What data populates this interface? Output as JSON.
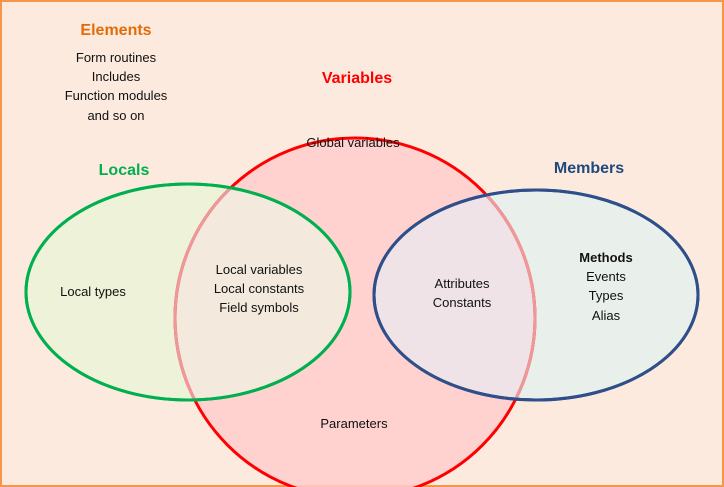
{
  "colors": {
    "background": "#fdeade",
    "border": "#f79646",
    "elements_heading": "#e36c09",
    "variables_circle": "#ff0000",
    "variables_fill": "#ffcccc",
    "variables_heading": "#ff0000",
    "locals_ellipse": "#00b050",
    "locals_fill": "#eef2d8",
    "locals_heading": "#00b050",
    "members_ellipse": "#2f4f8a",
    "members_fill": "#e9f0ec",
    "members_heading": "#1f497d"
  },
  "elements": {
    "title": "Elements",
    "items": [
      "Form routines",
      "Includes",
      "Function modules",
      "and so on"
    ]
  },
  "variables": {
    "title": "Variables",
    "top_label": "Global variables",
    "bottom_label": "Parameters"
  },
  "locals": {
    "title": "Locals",
    "only_label": "Local types",
    "overlap_items": [
      "Local variables",
      "Local constants",
      "Field symbols"
    ]
  },
  "members": {
    "title": "Members",
    "overlap_items": [
      "Attributes",
      "Constants"
    ],
    "only_items": [
      "Methods",
      "Events",
      "Types",
      "Alias"
    ]
  }
}
